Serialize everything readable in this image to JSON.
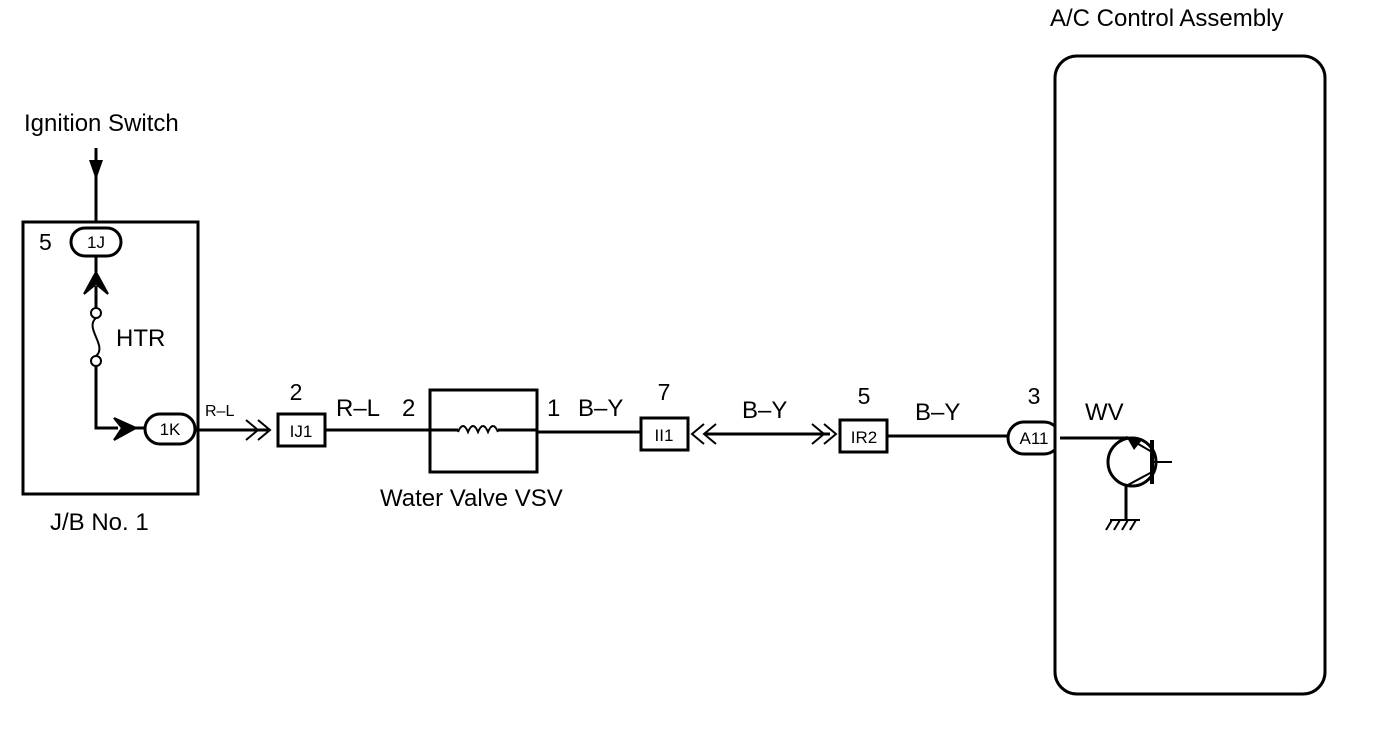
{
  "title": "A/C Control Assembly",
  "ignition_switch": "Ignition Switch",
  "junction_block": {
    "label": "J/B No. 1",
    "pin_1j_number": "5",
    "pin_1j": "1J",
    "fuse": "HTR",
    "pin_1k": "1K"
  },
  "wire_rl_small": "R–L",
  "connector_ij1": {
    "pin": "2",
    "name": "IJ1"
  },
  "wire_rl": "R–L",
  "vsv": {
    "label": "Water Valve VSV",
    "pin_left": "2",
    "pin_right": "1"
  },
  "wire_by_1": "B–Y",
  "connector_ii1": {
    "pin": "7",
    "name": "II1"
  },
  "wire_by_2": "B–Y",
  "connector_ir2": {
    "pin": "5",
    "name": "IR2"
  },
  "wire_by_3": "B–Y",
  "connector_a11": {
    "pin": "3",
    "name": "A11"
  },
  "transistor_label": "WV"
}
